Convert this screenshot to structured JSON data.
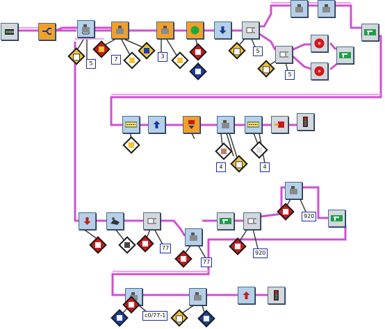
{
  "program": {
    "wire_color": "#d050d0",
    "wire_color_secondary": "#f0a0f0",
    "block_border": "#4a6a8a",
    "number_border": "#1a2aa8"
  },
  "blocks": [
    {
      "id": "b1",
      "kind": "start-traffic-light",
      "color": "grey",
      "icon": "traffic-light-icon"
    },
    {
      "id": "b2",
      "kind": "fork",
      "color": "orange",
      "icon": "fork-arrows-icon"
    },
    {
      "id": "b3",
      "kind": "motor-wait",
      "color": "blue",
      "icon": "robot-wait-icon"
    },
    {
      "id": "b4",
      "kind": "motor",
      "color": "orange",
      "icon": "robot-motor-icon"
    },
    {
      "id": "b5",
      "kind": "motor",
      "color": "orange",
      "icon": "robot-motor-icon"
    },
    {
      "id": "b6",
      "kind": "color-stop",
      "color": "green",
      "icon": "green-dot-icon"
    },
    {
      "id": "b7",
      "kind": "move-down",
      "color": "blue",
      "icon": "down-arrow-icon"
    },
    {
      "id": "b8",
      "kind": "sensor-fork",
      "color": "grey",
      "icon": "sensor-fork-icon"
    },
    {
      "id": "b9",
      "kind": "loop-a",
      "color": "blue",
      "icon": "robot-loop-icon"
    },
    {
      "id": "b10",
      "kind": "loop-b",
      "color": "blue",
      "icon": "robot-loop-icon"
    },
    {
      "id": "b11",
      "kind": "strip-out",
      "color": "grey",
      "icon": "green-strip-icon"
    },
    {
      "id": "b12",
      "kind": "sensor-fork",
      "color": "grey",
      "icon": "sensor-fork-icon"
    },
    {
      "id": "b13",
      "kind": "stop-red",
      "color": "red",
      "icon": "stop-sign-icon"
    },
    {
      "id": "b14",
      "kind": "stop-red",
      "color": "red",
      "icon": "stop-sign-icon"
    },
    {
      "id": "b15",
      "kind": "strip-out",
      "color": "grey",
      "icon": "green-strip-icon"
    },
    {
      "id": "b16",
      "kind": "timer",
      "color": "yellow",
      "icon": "timer-strip-icon"
    },
    {
      "id": "b17",
      "kind": "move-up",
      "color": "blue",
      "icon": "up-arrow-icon"
    },
    {
      "id": "b18",
      "kind": "sensor-input",
      "color": "orange",
      "icon": "sensor-input-icon"
    },
    {
      "id": "b19",
      "kind": "motor-wait",
      "color": "blue",
      "icon": "robot-wait-icon"
    },
    {
      "id": "b20",
      "kind": "timer",
      "color": "yellow",
      "icon": "timer-strip-icon"
    },
    {
      "id": "b21",
      "kind": "jump-out",
      "color": "grey",
      "icon": "jump-out-icon"
    },
    {
      "id": "b22",
      "kind": "traffic-light",
      "color": "grey",
      "icon": "traffic-light-icon"
    },
    {
      "id": "b23",
      "kind": "move-down",
      "color": "blue",
      "icon": "down-arrow-red-icon"
    },
    {
      "id": "b24",
      "kind": "camera",
      "color": "blue",
      "icon": "camera-icon"
    },
    {
      "id": "b25",
      "kind": "sensor-fork",
      "color": "grey",
      "icon": "sensor-fork-icon"
    },
    {
      "id": "b26",
      "kind": "motor-wait",
      "color": "blue",
      "icon": "robot-wait-icon"
    },
    {
      "id": "b27",
      "kind": "strip-out",
      "color": "grey",
      "icon": "green-strip-icon"
    },
    {
      "id": "b28",
      "kind": "sensor-fork",
      "color": "grey",
      "icon": "sensor-fork-icon"
    },
    {
      "id": "b29",
      "kind": "motor-wait",
      "color": "blue",
      "icon": "robot-wait-icon"
    },
    {
      "id": "b30",
      "kind": "strip-out",
      "color": "grey",
      "icon": "green-strip-icon"
    },
    {
      "id": "b31",
      "kind": "motor-wait",
      "color": "blue",
      "icon": "robot-wait-icon"
    },
    {
      "id": "b32",
      "kind": "motor-wait",
      "color": "blue",
      "icon": "robot-wait-icon"
    },
    {
      "id": "b33",
      "kind": "move-up",
      "color": "blue",
      "icon": "up-arrow-red-icon"
    },
    {
      "id": "b34",
      "kind": "traffic-light",
      "color": "grey",
      "icon": "traffic-light-icon"
    }
  ],
  "modifiers": [
    {
      "id": "m1",
      "color": "yellow"
    },
    {
      "id": "m2",
      "color": "red"
    },
    {
      "id": "m3",
      "color": "white"
    },
    {
      "id": "m4",
      "color": "yellow"
    },
    {
      "id": "m5",
      "color": "white"
    },
    {
      "id": "m6",
      "color": "red"
    },
    {
      "id": "m7",
      "color": "blue"
    },
    {
      "id": "m8",
      "color": "yellow"
    },
    {
      "id": "m9",
      "color": "yellow"
    },
    {
      "id": "m10",
      "color": "white"
    },
    {
      "id": "m11",
      "color": "white"
    },
    {
      "id": "m12",
      "color": "yellow"
    },
    {
      "id": "m13",
      "color": "white"
    },
    {
      "id": "m14",
      "color": "red"
    },
    {
      "id": "m15",
      "color": "red"
    },
    {
      "id": "m16",
      "color": "white"
    },
    {
      "id": "m17",
      "color": "red"
    },
    {
      "id": "m18",
      "color": "red"
    },
    {
      "id": "m19",
      "color": "red"
    },
    {
      "id": "m20",
      "color": "red"
    },
    {
      "id": "m21",
      "color": "blue"
    },
    {
      "id": "m22",
      "color": "yellow"
    },
    {
      "id": "m23",
      "color": "blue"
    }
  ],
  "numbers": {
    "n1": "5",
    "n2": "7",
    "n3": "3",
    "n4": "5",
    "n5": "5",
    "n6": "4",
    "n7": "4",
    "n8": "920",
    "n9": "77",
    "n10": "77",
    "n11": "920",
    "n12": "c0/77-1"
  }
}
